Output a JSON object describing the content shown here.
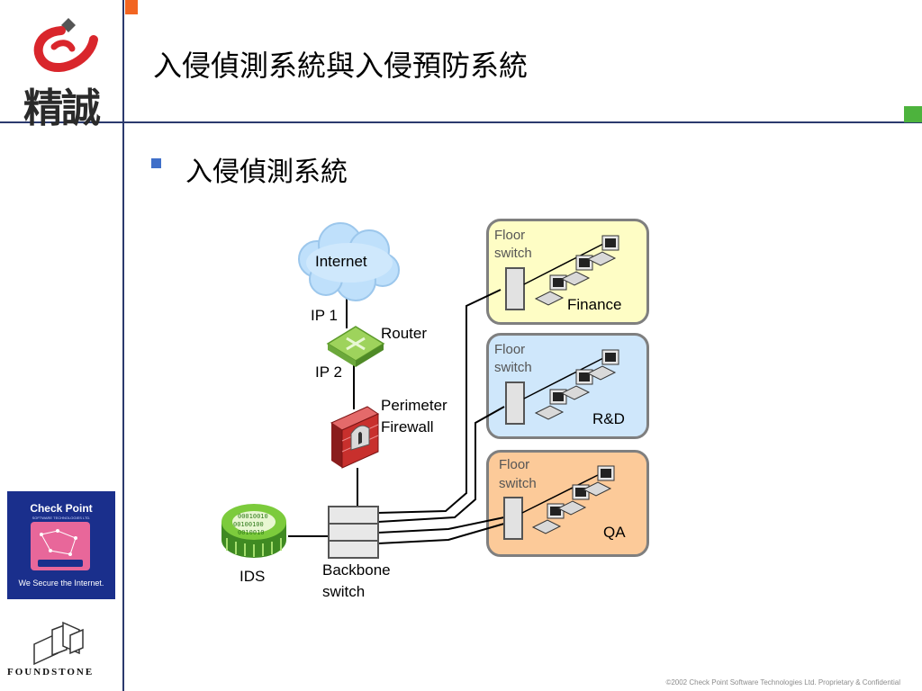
{
  "slide": {
    "title": "入侵偵測系統與入侵預防系統",
    "bullet": "入侵偵測系統",
    "copyright": "©2002 Check Point Software Technologies Ltd. Proprietary & Confidential"
  },
  "sidebar": {
    "logo_text": "精誠",
    "checkpoint": {
      "title": "Check Point",
      "subtitle": "SOFTWARE TECHNOLOGIES LTD.",
      "tagline": "We Secure the Internet."
    },
    "foundstone": "FOUNDSTONE"
  },
  "diagram": {
    "internet": "Internet",
    "ip1": "IP 1",
    "router": "Router",
    "ip2": "IP 2",
    "firewall_line1": "Perimeter",
    "firewall_line2": "Firewall",
    "ids": "IDS",
    "ids_bits": [
      "00010010",
      "00100100",
      "0010010"
    ],
    "backbone_line1": "Backbone",
    "backbone_line2": "switch",
    "zones": [
      {
        "floor_line1": "Floor",
        "floor_line2": "switch",
        "name": "Finance",
        "color": "#fefdc5"
      },
      {
        "floor_line1": "Floor",
        "floor_line2": "switch",
        "name": "R&D",
        "color": "#cfe7fb"
      },
      {
        "floor_line1": "Floor",
        "floor_line2": "switch",
        "name": "QA",
        "color": "#fcca99"
      }
    ]
  },
  "colors": {
    "frame": "#2b3a6e",
    "accent_orange": "#f26522",
    "accent_green": "#4db33d",
    "bullet": "#3f6fc9",
    "logo_red": "#d9262c"
  }
}
